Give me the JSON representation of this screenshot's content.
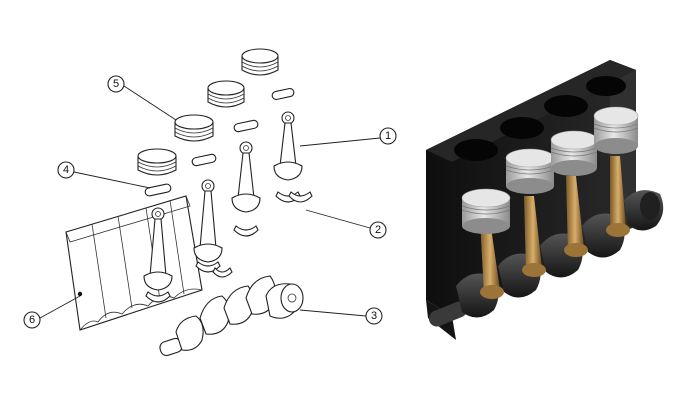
{
  "callouts": [
    {
      "id": "1",
      "label": "1"
    },
    {
      "id": "2",
      "label": "2"
    },
    {
      "id": "3",
      "label": "3"
    },
    {
      "id": "4",
      "label": "4"
    },
    {
      "id": "5",
      "label": "5"
    },
    {
      "id": "6",
      "label": "6"
    }
  ],
  "colors": {
    "line_art": "#222222",
    "block": "#1b1b1b",
    "piston": "#c9c9c9",
    "rod": "#b88a4a",
    "crank": "#2a2a2a"
  }
}
